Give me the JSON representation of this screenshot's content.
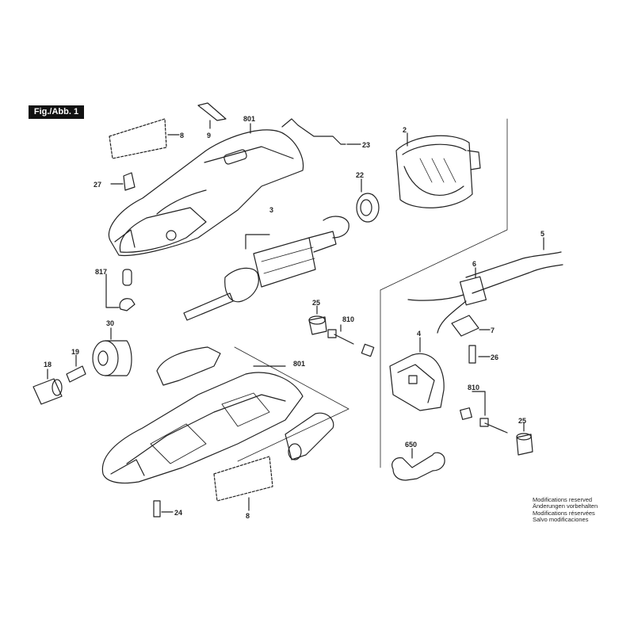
{
  "figure": {
    "label": "Fig./Abb. 1"
  },
  "callouts": {
    "c8a": "8",
    "c9": "9",
    "c801a": "801",
    "c23": "23",
    "c27": "27",
    "c2": "2",
    "c22": "22",
    "c3": "3",
    "c5": "5",
    "c6": "6",
    "c817": "817",
    "c30": "30",
    "c25a": "25",
    "c810a": "810",
    "c7": "7",
    "c26": "26",
    "c4": "4",
    "c18": "18",
    "c19": "19",
    "c801b": "801",
    "c810b": "810",
    "c25b": "25",
    "c650": "650",
    "c8b": "8",
    "c24": "24"
  },
  "notice": [
    "Modifications reserved",
    "Änderungen vorbehalten",
    "Modifications réservées",
    "Salvo modificaciones"
  ]
}
